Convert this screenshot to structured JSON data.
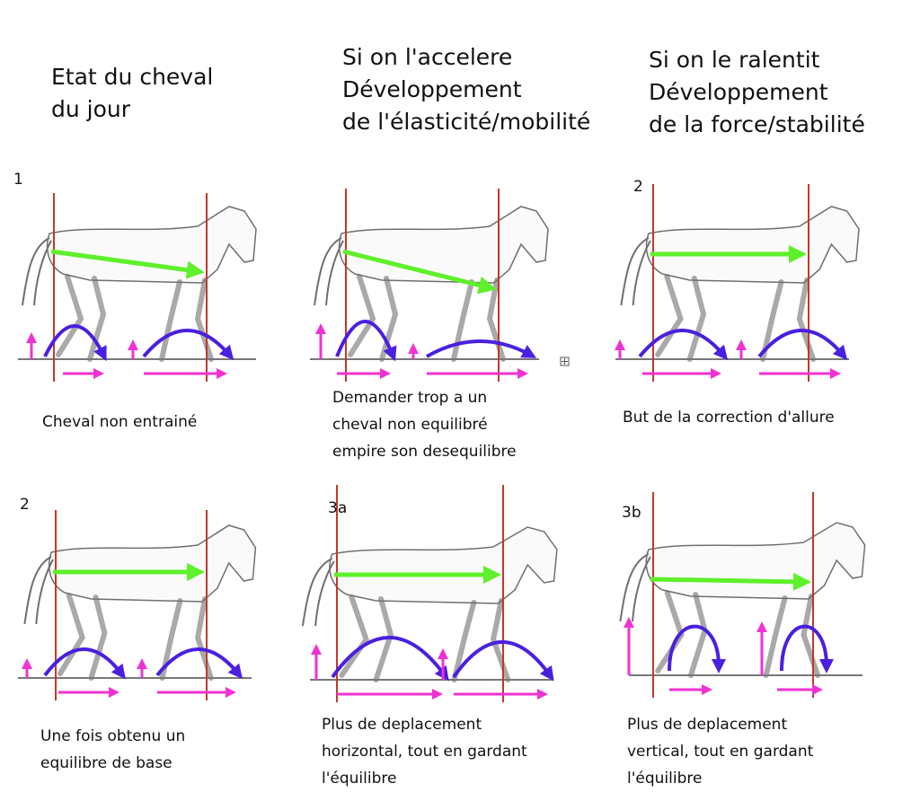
{
  "headers": [
    {
      "lines": [
        "Etat du cheval",
        "du jour"
      ]
    },
    {
      "lines": [
        "Si on l'accelere",
        "Développement",
        "de l'élasticité/mobilité"
      ]
    },
    {
      "lines": [
        "Si on le ralentit",
        "Développement",
        "de la force/stabilité"
      ]
    }
  ],
  "panels": [
    {
      "label": "1",
      "caption": [
        "Cheval non entrainé"
      ]
    },
    {
      "label": "",
      "caption": [
        "Demander trop a un",
        "cheval non equilibré",
        "empire son desequilibre"
      ]
    },
    {
      "label": "2",
      "caption": [
        "But de la correction d'allure"
      ]
    },
    {
      "label": "2",
      "caption": [
        "Une fois obtenu un",
        "equilibre de base"
      ]
    },
    {
      "label": "3a",
      "caption": [
        "Plus de deplacement",
        "horizontal, tout en gardant",
        "l'équilibre"
      ]
    },
    {
      "label": "3b",
      "caption": [
        "Plus de deplacement",
        "vertical, tout en gardant",
        "l'équilibre"
      ]
    }
  ],
  "colors": {
    "vertical_line": "#c0392b",
    "body_arrow": "#5ef02a",
    "stride_arc": "#4a1fe0",
    "ground_arrow": "#f032d2",
    "horse_outline": "#6f6f6f"
  }
}
